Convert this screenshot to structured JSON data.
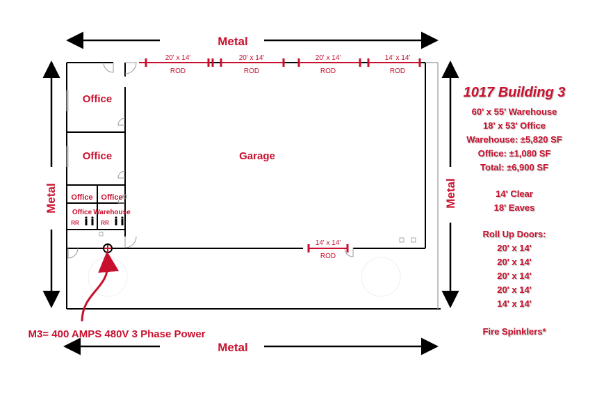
{
  "labels": {
    "metal_top": "Metal",
    "metal_bottom": "Metal",
    "metal_left": "Metal",
    "metal_right": "Metal",
    "office1": "Office",
    "office2": "Office",
    "office3": "Office",
    "office4": "Office",
    "office5": "Office",
    "warehouse_small": "Warehouse",
    "rr1": "RR",
    "rr2": "RR",
    "garage": "Garage",
    "power": "M3= 400 AMPS 480V 3 Phase Power"
  },
  "doors_top": [
    {
      "size": "20' x 14'",
      "type": "ROD"
    },
    {
      "size": "20' x 14'",
      "type": "ROD"
    },
    {
      "size": "20' x 14'",
      "type": "ROD"
    },
    {
      "size": "14' x 14'",
      "type": "ROD"
    }
  ],
  "door_inner": {
    "size": "14' x 14'",
    "type": "ROD"
  },
  "specs": {
    "title": "1017 Building 3",
    "lines": [
      "60' x 55' Warehouse",
      "18' x 53' Office",
      "Warehouse: ±5,820 SF",
      "Office: ±1,080 SF",
      "Total: ±6,900 SF"
    ],
    "height_lines": [
      "14' Clear",
      "18' Eaves"
    ],
    "doors_heading": "Roll Up Doors:",
    "doors_list": [
      "20' x 14'",
      "20' x 14'",
      "20' x 14'",
      "20' x 14'",
      "14' x 14'"
    ],
    "fire": "Fire Spinklers*"
  },
  "colors": {
    "accent": "#c8102e",
    "line": "#000000"
  }
}
